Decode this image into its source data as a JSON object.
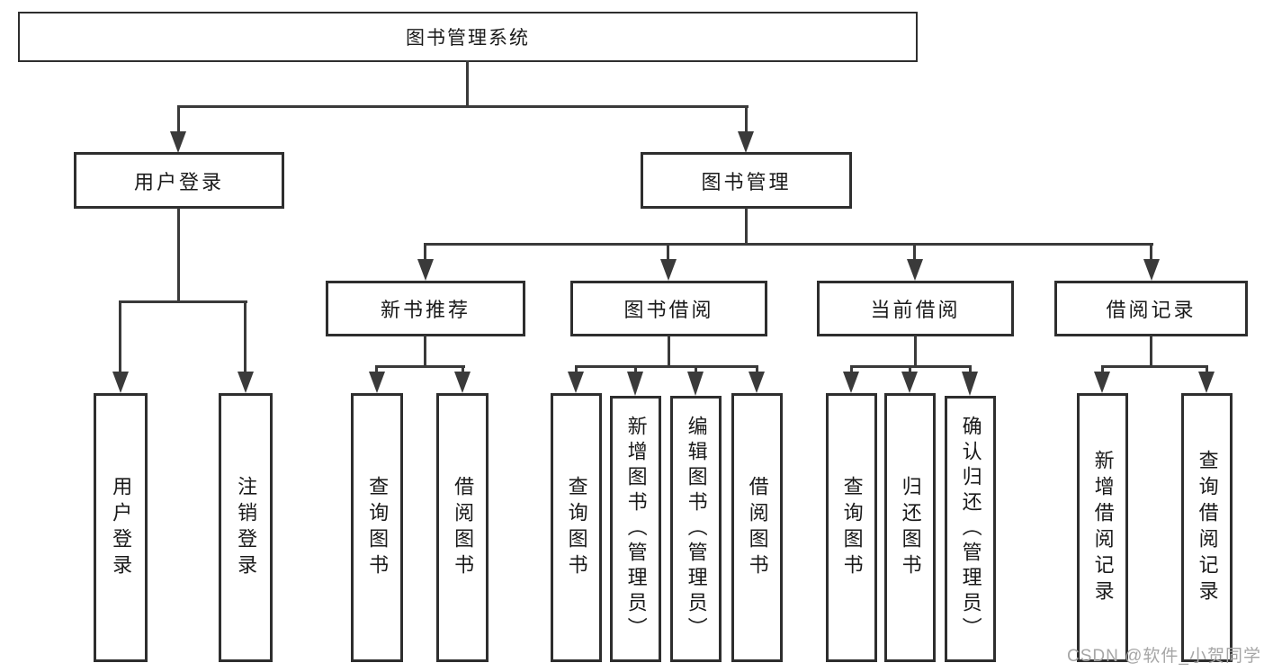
{
  "root": {
    "label": "图书管理系统"
  },
  "level2": [
    {
      "label": "用户登录"
    },
    {
      "label": "图书管理"
    }
  ],
  "level3": [
    {
      "label": "新书推荐"
    },
    {
      "label": "图书借阅"
    },
    {
      "label": "当前借阅"
    },
    {
      "label": "借阅记录"
    }
  ],
  "leaves": {
    "user": [
      {
        "label": "用户登录"
      },
      {
        "label": "注销登录"
      }
    ],
    "recommend": [
      {
        "label": "查询图书"
      },
      {
        "label": "借阅图书"
      }
    ],
    "borrow": [
      {
        "label": "查询图书"
      },
      {
        "label": "新增图书（管理员）"
      },
      {
        "label": "编辑图书（管理员）"
      },
      {
        "label": "借阅图书"
      }
    ],
    "current": [
      {
        "label": "查询图书"
      },
      {
        "label": "归还图书"
      },
      {
        "label": "确认归还（管理员）"
      }
    ],
    "records": [
      {
        "label": "新增借阅记录"
      },
      {
        "label": "查询借阅记录"
      }
    ]
  },
  "watermark": "CSDN @软件_小贺同学",
  "colors": {
    "background": "#ffffff",
    "line": "#3a3a3a",
    "box_border": "#2e2e2e",
    "text": "#1a1a1a",
    "watermark": "#a6a6a6"
  }
}
